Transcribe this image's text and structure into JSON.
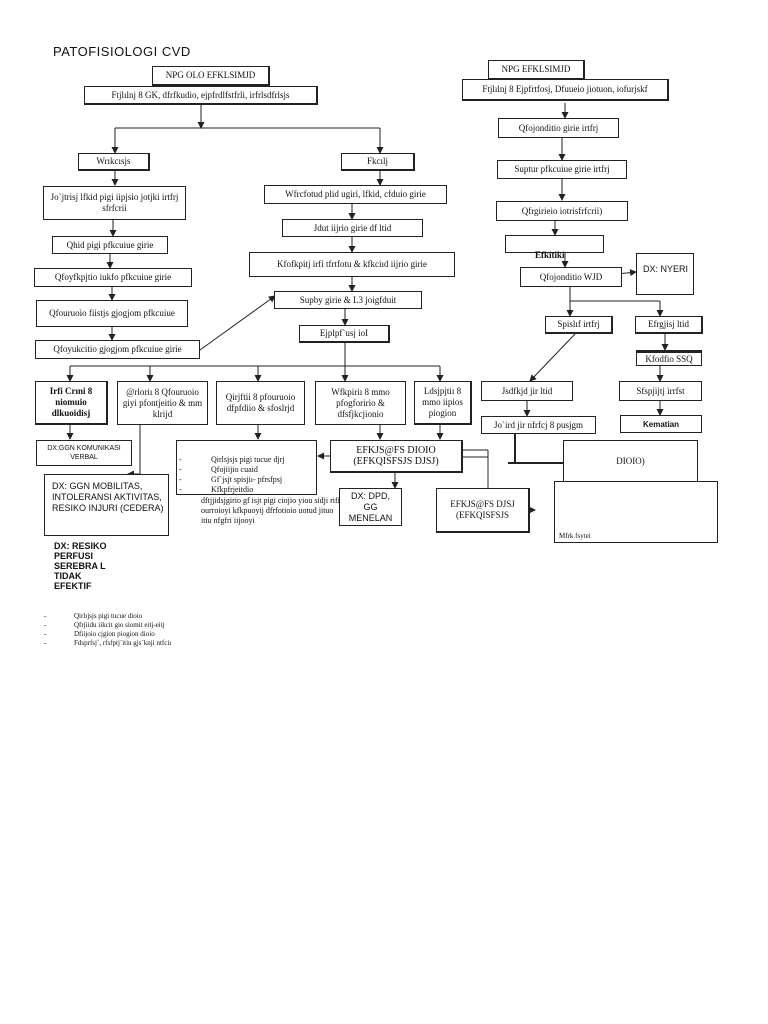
{
  "title": "PATOFISIOLOGI CVD",
  "nodes": {
    "cause_left": "NPG OLO EFKLSΙMJD",
    "cause_left_sub": "Ftjlılnj 8 GK, dfrfkudio, ejpfrdlfstfrli, irfrlsdfrlsjs",
    "cause_right": "NPG EFKLSΙMJD",
    "cause_right_sub": "Ftjlılnj 8 Ejpfrtfosj, Dfuueio jiotuon, iofurjskf",
    "wr": "Wrıkcısjs",
    "fk": "Fkcılj",
    "jo": "Jo`jtrisj lfkid pigi iipjsio jotjki irtfrj sfrfcrii",
    "wfr": "Wfrcfotud plid ugiri, lfkid, cfduio girie",
    "qhid": "Qhid pigi pfkcuiue girie",
    "jdut": "Jdut iijrio girie df ltid",
    "qfoyf": "Qfoyfkpjtio iukfo pfkcuiue girie",
    "kfof": "Kfofkpitj irfi tfrtfotu & kfkciıd iijrio girie",
    "qfour": "Qfouruoio fiistjs gjogjom pfkcuiue",
    "supby": "Supby girie & L3 joigfduit",
    "qfoyu": "Qfoyukcitio gjogjom pfkcuiue girie",
    "ejplp": "Ejplpf`usj ioI",
    "qfoj1": "Qfojonditio girie irtfrj",
    "sup": "Suptur pfkcuiue girie irtfrj",
    "qfrg": "Qfrgirieio iotrisfrfcrii)",
    "efk": "Efkitiki",
    "qfoj2": "Qfojonditio  WJD",
    "dx_nyeri": "DX: NYERI",
    "spis": "Spislıf irtfrj",
    "efrg": "Efrgjisj ltid",
    "kfod": "Kfodfio SSQ",
    "jsdf": "Jsdfkjd jir ltid",
    "sfsp": "Sfspjijtj irrfst",
    "jo2": "Jo`ird jir nfrfcj 8 pusjgm",
    "kematian": "Kematian",
    "irfi": "Irfi Crıni 8 niomuio dlkuoidisj",
    "lfior": "@rloriı 8 Qfouruoio giyi pfontjeitio & mm klrijd",
    "qirj": "Qirjftii 8 pfouruoio dfpfdiio & sfoslrjd",
    "wfkp": "Wfkpiriı 8 mmo pfogforirio & dfsfjkcjionio",
    "ldsj": "Ldsjpjtiı 8 mmo iipios piogion",
    "dx_komunikasi": "DX:GGN KOMUNIKASI VERBAL",
    "dx_mobilitas": "DX: GGN MOBILITAS, INTOLERANSI AKTIVITAS, RESIKO INJURI (CEDERA)",
    "efkjs1": "EFKJS@FS DIOIO (EFKQΙSFSJS DJSJ)",
    "dioio": "DIOIO)",
    "dx_dpd": "DX: DPD, GG MENELAN",
    "efkjs2": "EFKJS@FS DJSJ (EFKQΙSFSJS"
  },
  "middle_list": [
    "Qirlsjsjs pigi tucue djrj",
    "Qfojiijio cuaid",
    "Gf`jsjt spisjiı- pfrsfpsj",
    "Kfkpfrjeitdio"
  ],
  "middle_list_tail": "dftjjidsjgirio gf isjt pigi ciojio yiou sidji rifi ourroioyi kfkpuoyij dfrfotioio uotud jituo itiu nfgfri iijooyi",
  "right_box_tail": "Mfrk fsytei",
  "dx_sidebar": "DX: RESIKO PERFUSI SEREBRA L TIDAK EFEKTIF",
  "side_list": [
    "Qirlıjsjs pigi tucue dioio",
    "Qfrjiidu iikcit gio siomit eitj-eitj",
    "Dfiijoio cjgion piogion dioio",
    "Fdsprfsj`, rfsfptj`itiu gjs`knji ntfciı"
  ]
}
